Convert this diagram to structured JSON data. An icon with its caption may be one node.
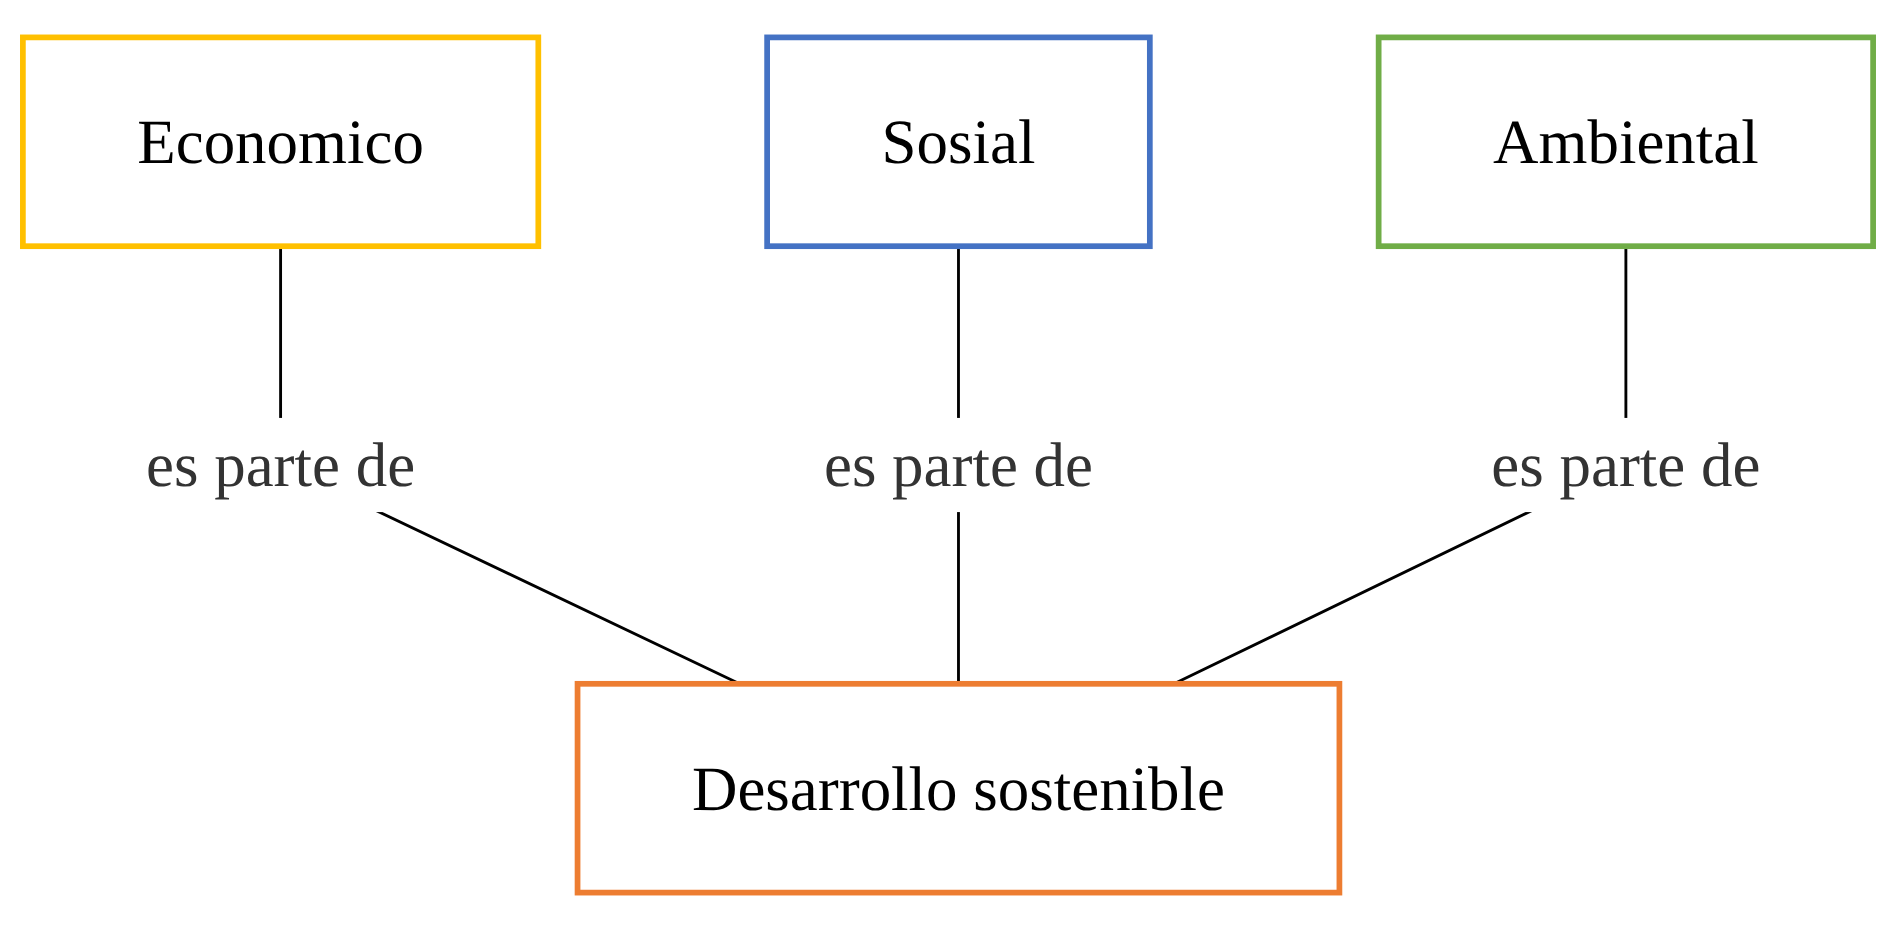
{
  "diagram": {
    "nodes": [
      {
        "text": [
          "Economico"
        ]
      },
      {
        "text": [
          "Sosial"
        ]
      },
      {
        "text": [
          "Ambiental"
        ]
      },
      {
        "text": [
          "Desarrollo sostenible"
        ]
      }
    ],
    "edges": [
      {
        "from": 0,
        "to": 3,
        "arrow": "none",
        "label": "es parte de"
      },
      {
        "from": 1,
        "to": 3,
        "arrow": "none",
        "label": "es parte de"
      },
      {
        "from": 2,
        "to": 3,
        "arrow": "none",
        "label": "es parte de"
      }
    ]
  }
}
